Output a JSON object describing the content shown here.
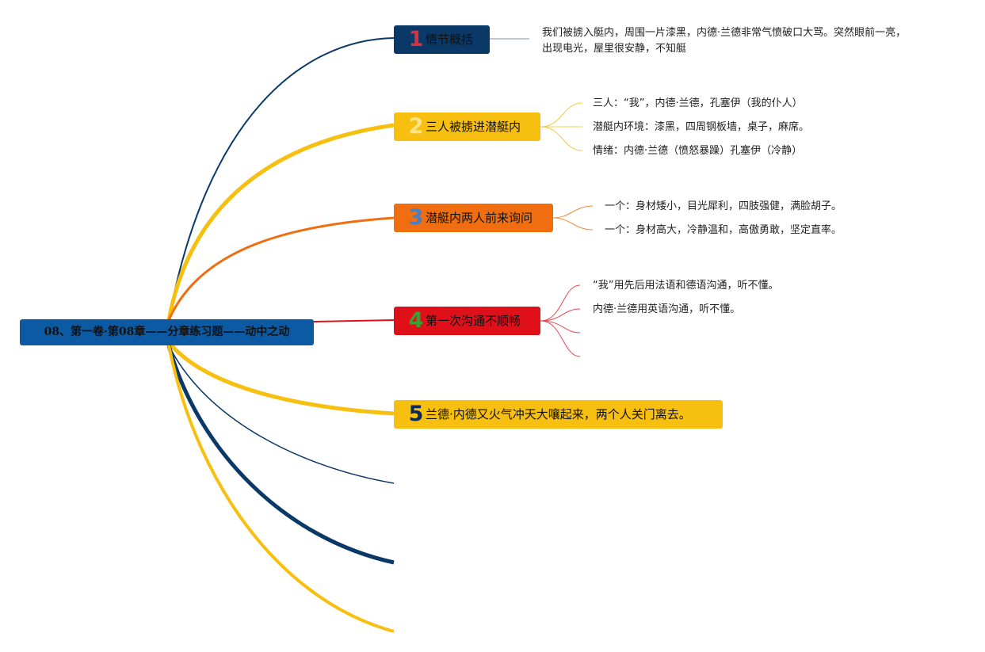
{
  "root": {
    "label": "08、第一卷·第08章——分章练习题——动中之动"
  },
  "topics": [
    {
      "num": "1",
      "label": "情节概括"
    },
    {
      "num": "2",
      "label": "三人被掳进潜艇内"
    },
    {
      "num": "3",
      "label": "潜艇内两人前来询问"
    },
    {
      "num": "4",
      "label": "第一次沟通不顺畅"
    },
    {
      "num": "5",
      "label": "兰德·内德又火气冲天大嚷起来，两个人关门离去。"
    }
  ],
  "details": {
    "t1": [
      "我们被掳入艇内，周围一片漆黑，内德·兰德非常气愤破口大骂。突然眼前一亮，",
      "出现电光，屋里很安静，不知艇"
    ],
    "t2": [
      "三人：“我”，内德·兰德，孔塞伊（我的仆人）",
      "潜艇内环境：漆黑，四周钢板墙，桌子，麻席。",
      "情绪：内德·兰德（愤怒暴躁）孔塞伊（冷静）"
    ],
    "t3": [
      "一个：身材矮小，目光犀利，四肢强健，满脸胡子。",
      "一个：身材高大，冷静温和，高傲勇敢，坚定直率。"
    ],
    "t4": [
      "“我”用先后用法语和德语沟通，听不懂。",
      "内德·兰德用英语沟通，听不懂。"
    ]
  },
  "colors": {
    "navy": "#0a3867",
    "yellow": "#f7bf0f",
    "orange": "#f06e0f",
    "red": "#e0101b",
    "root_blue": "#0b5aa3"
  }
}
